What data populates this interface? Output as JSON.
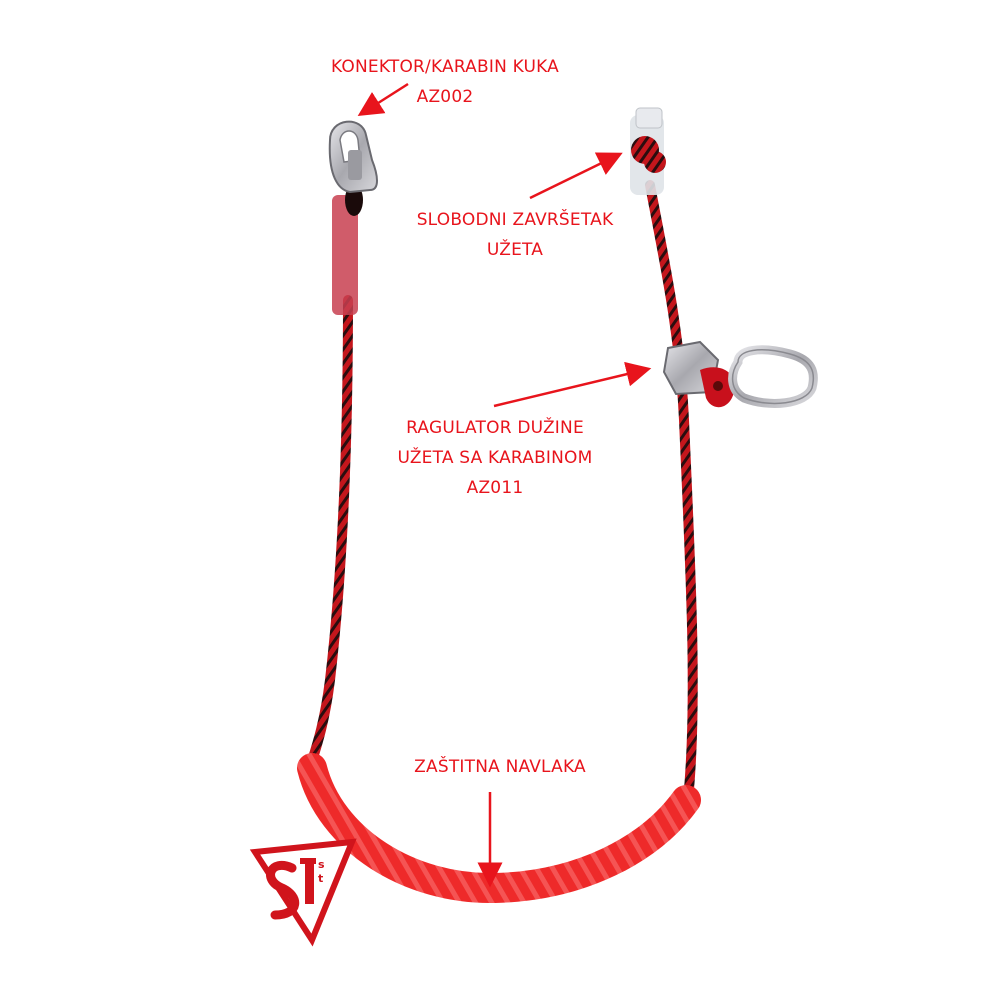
{
  "colors": {
    "label_red": "#e8141c",
    "rope_red": "#c4161c",
    "rope_dark": "#2a0d0f",
    "sleeve_red": "#ee2a2a",
    "metal": "#b9b9bd"
  },
  "labels": {
    "connector": {
      "line1": "KONEKTOR/KARABIN KUKA",
      "line2": "AZ002"
    },
    "free_end": {
      "line1": "SLOBODNI ZAVRŠETAK",
      "line2": "UŽETA"
    },
    "regulator": {
      "line1": "RAGULATOR DUŽINE",
      "line2": "UŽETA SA KARABINOM",
      "line3": "AZ011"
    },
    "sleeve": {
      "line1": "ZAŠTITNA NAVLAKA"
    }
  },
  "logo": {
    "icon": "s1st-triangle-logo",
    "text": "S1st"
  }
}
